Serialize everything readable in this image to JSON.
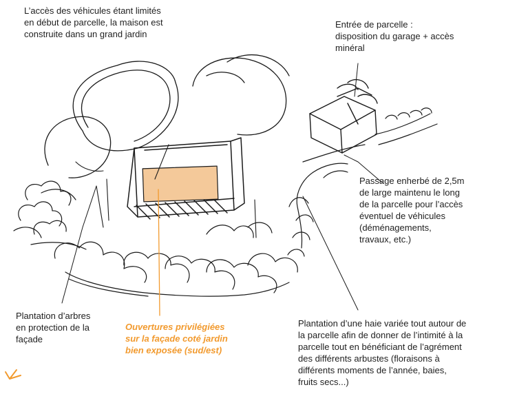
{
  "annotations": {
    "vehicle_access": "L’accès des véhicules étant limités\nen début de parcelle, la maison est\nconstruite dans un grand jardin",
    "plot_entrance": "Entrée de parcelle :\ndisposition du garage + accès\nminéral",
    "grass_passage": "Passage enherbé de 2,5m\nde large maintenu le long\nde la parcelle pour l’accès\néventuel de véhicules\n(déménagements,\ntravaux, etc.)",
    "tree_planting": "Plantation d’arbres\nen protection de la\nfaçade",
    "openings": "Ouvertures privilégiées\nsur la façade coté jardin\nbien exposée (sud/est)",
    "hedge": "Plantation d’une haie variée tout autour de\nla parcelle afin de donner de l’intimité à la\nparcelle tout en bénéficiant de l’agrément\ndes différents arbustes (floraisons à\ndifférents moments de l’année, baies,\nfruits secs...)"
  },
  "colors": {
    "accent": "#f29a2e",
    "window_fill": "#f4c99a",
    "ink": "#1a1a1a"
  }
}
